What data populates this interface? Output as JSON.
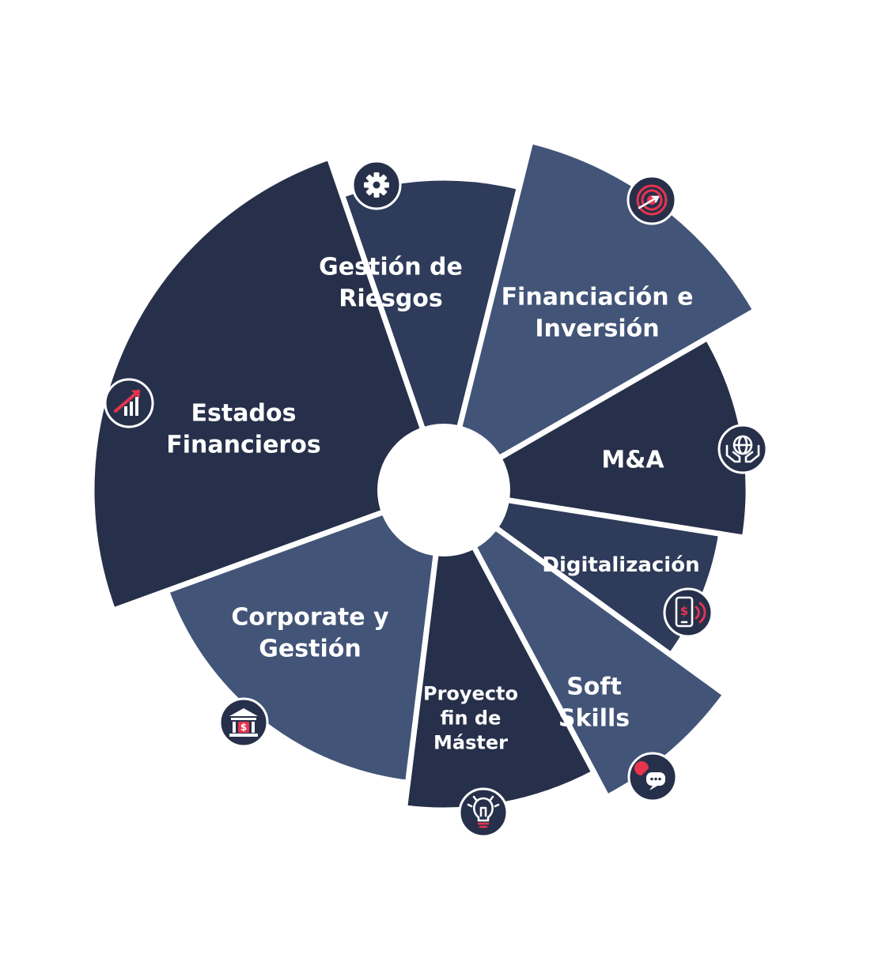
{
  "colors": {
    "navy_dark": "#27304a",
    "navy_mid": "#2e3b5a",
    "slate_blue": "#425478",
    "accent_red": "#e8344e",
    "background": "#ffffff",
    "separator": "#ffffff"
  },
  "segments": [
    {
      "id": "gestion-riesgos",
      "lines": [
        "Gestión de",
        "Riesgos"
      ],
      "color": "#2e3b5a",
      "icon": "gear-icon"
    },
    {
      "id": "financiacion-inversion",
      "lines": [
        "Financiación e",
        "Inversión"
      ],
      "color": "#425478",
      "icon": "target-icon"
    },
    {
      "id": "m-a",
      "lines": [
        "M&A"
      ],
      "color": "#27304a",
      "icon": "globe-hands-icon"
    },
    {
      "id": "digitalizacion",
      "lines": [
        "Digitalización"
      ],
      "color": "#2e3b5a",
      "icon": "mobile-payment-icon"
    },
    {
      "id": "soft-skills",
      "lines": [
        "Soft",
        "Skills"
      ],
      "color": "#425478",
      "icon": "chat-bubbles-icon"
    },
    {
      "id": "proyecto-fin-master",
      "lines": [
        "Proyecto",
        "fin de",
        "Máster"
      ],
      "color": "#27304a",
      "icon": "lightbulb-icon"
    },
    {
      "id": "corporate-gestion",
      "lines": [
        "Corporate y",
        "Gestión"
      ],
      "color": "#425478",
      "icon": "bank-icon"
    },
    {
      "id": "estados-financieros",
      "lines": [
        "Estados",
        "Financieros"
      ],
      "color": "#27304a",
      "icon": "growth-chart-icon"
    }
  ]
}
